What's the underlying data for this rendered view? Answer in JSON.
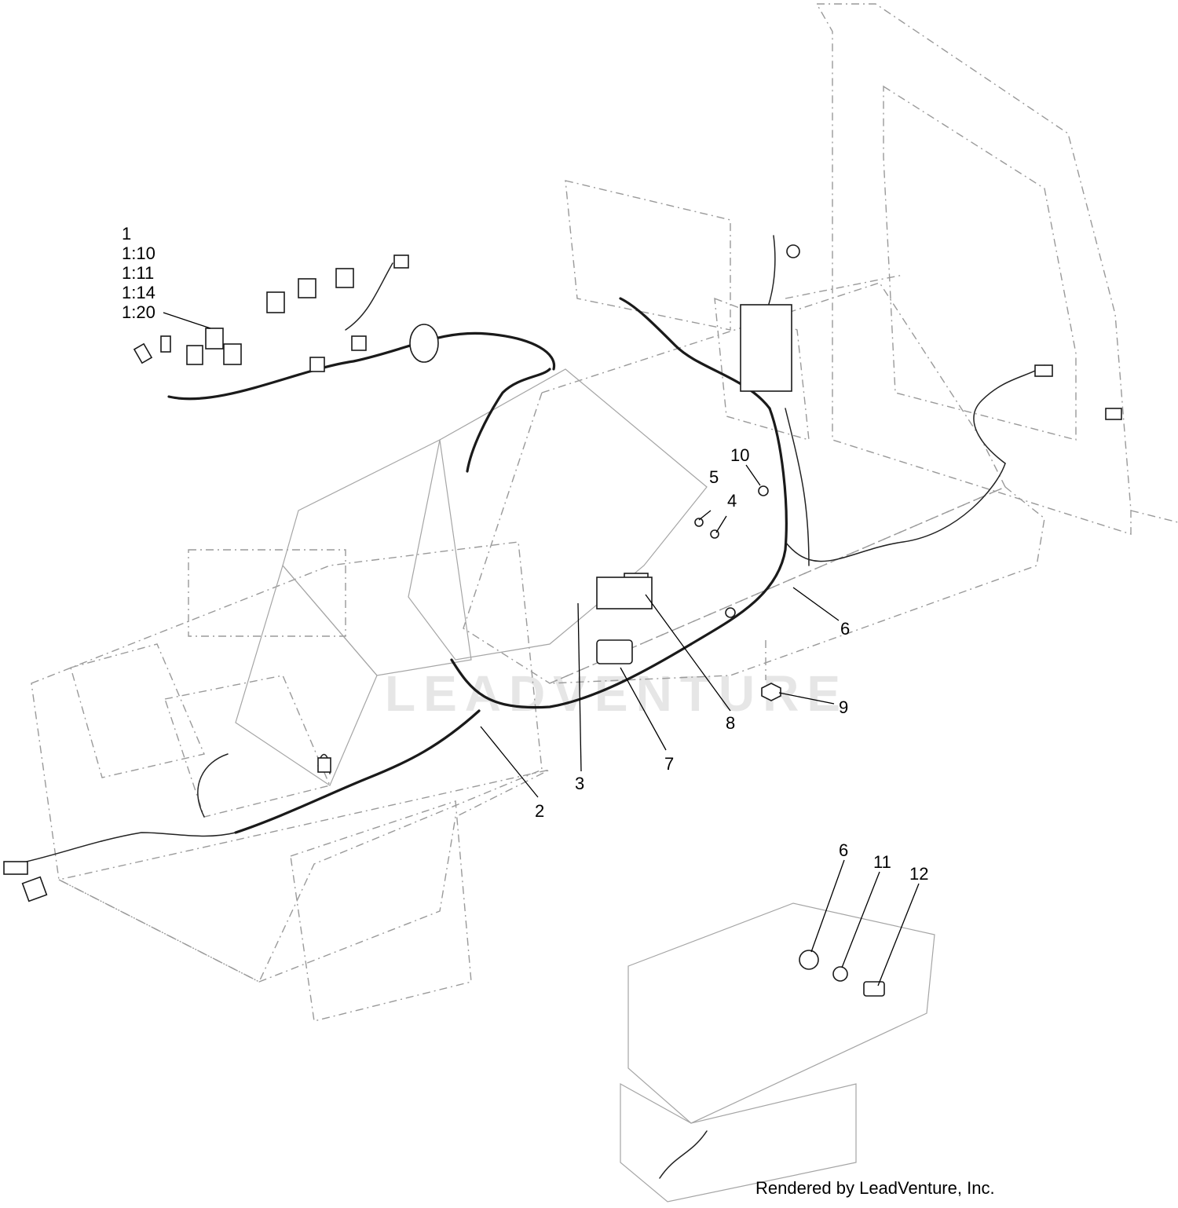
{
  "diagram": {
    "callouts": {
      "c1": "1",
      "c1_10": "1:10",
      "c1_11": "1:11",
      "c1_14": "1:14",
      "c1_20": "1:20",
      "c2": "2",
      "c3": "3",
      "c4": "4",
      "c5": "5",
      "c6": "6",
      "c6b": "6",
      "c7": "7",
      "c8": "8",
      "c9": "9",
      "c10": "10",
      "c11": "11",
      "c12": "12"
    },
    "watermark": "LEADVENTURE",
    "credit": "Rendered by LeadVenture, Inc."
  }
}
